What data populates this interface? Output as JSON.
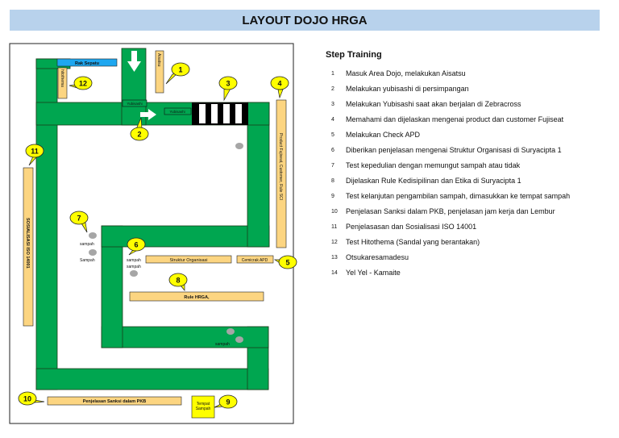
{
  "title": "LAYOUT DOJO HRGA",
  "steps": {
    "heading": "Step Training",
    "items": [
      {
        "num": "1",
        "text": "Masuk Area Dojo, melakukan Aisatsu"
      },
      {
        "num": "2",
        "text": "Melakukan yubisashi di persimpangan"
      },
      {
        "num": "3",
        "text": "Melakukan Yubisashi saat akan berjalan di Zebracross"
      },
      {
        "num": "4",
        "text": "Memahami dan dijelaskan mengenai product dan customer Fujiseat"
      },
      {
        "num": "5",
        "text": "Melakukan Check APD"
      },
      {
        "num": "6",
        "text": "Diberikan penjelasan mengenai Struktur Organisasi di Suryacipta 1"
      },
      {
        "num": "7",
        "text": "Test kepedulian dengan memungut sampah atau tidak"
      },
      {
        "num": "8",
        "text": "Dijelaskan Rule Kedisipilinan dan Etika di Suryacipta 1"
      },
      {
        "num": "9",
        "text": "Test kelanjutan pengambilan sampah, dimasukkan ke tempat sampah"
      },
      {
        "num": "10",
        "text": "Penjelasan Sanksi dalam PKB, penjelasan jam kerja dan Lembur"
      },
      {
        "num": "11",
        "text": "Penjelasasan dan Sosialisasi ISO 14001"
      },
      {
        "num": "12",
        "text": "Test Hitothema (Sandal yang berantakan)"
      },
      {
        "num": "13",
        "text": "Otsukaresamadesu"
      },
      {
        "num": "14",
        "text": "Yel Yel - Kamaite"
      }
    ]
  },
  "layout": {
    "colors": {
      "path": "#00a650",
      "board": "#fcd581",
      "bubble": "#ffff00",
      "rak": "#1ea7f0",
      "trash": "#ffff00"
    },
    "rak_sepatu": "Rak Sepatu",
    "hitothema": "hitothema",
    "aisatsu": "Aisatsu",
    "yubisashi_1": "Yubisashi",
    "yubisashi_2": "Yubisashi",
    "product_board": "Product Fujiseat, Customer, Rule SCI",
    "struktur": "Struktur Organisasi",
    "cek_apd": "Cemicrak APD",
    "rule_hrga": "Rule HRGA,",
    "iso_board": "SOSIALISASI ISO 14001",
    "sanksi": "Penjelasan Sanksi dalam PKB",
    "tempat_sampah": "Tempat Sampah",
    "sampah_a": "sampah",
    "sampah_b": "Sampah",
    "sampah_c": "sampah",
    "sampah_d": "sampah",
    "sampah_e": "sampah",
    "markers": [
      "1",
      "2",
      "3",
      "4",
      "5",
      "6",
      "7",
      "8",
      "9",
      "10",
      "11",
      "12"
    ]
  }
}
